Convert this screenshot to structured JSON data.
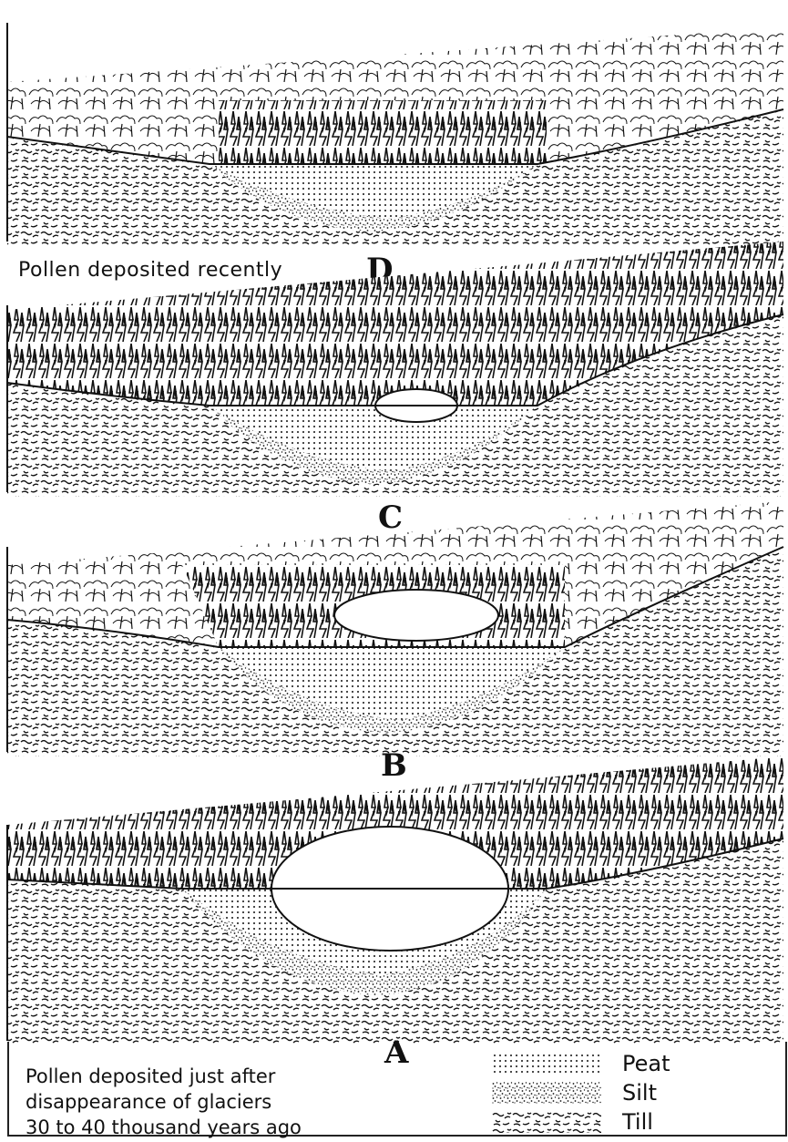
{
  "panels": [
    {
      "id": "D",
      "letter": "D",
      "caption": "Pollen deposited recently",
      "water": false
    },
    {
      "id": "C",
      "letter": "C",
      "caption": "",
      "water": true
    },
    {
      "id": "B",
      "letter": "B",
      "caption": "",
      "water": true
    },
    {
      "id": "A",
      "letter": "A",
      "caption": "",
      "water": true
    }
  ],
  "labels": {
    "D": "D",
    "C": "C",
    "B": "B",
    "A": "A",
    "recent_caption": "Pollen deposited recently"
  },
  "legend": {
    "caption_lines": [
      "Pollen deposited just after",
      "disappearance of glaciers",
      "30 to 40 thousand years ago"
    ],
    "items": [
      {
        "label": "Peat",
        "pattern": "peat"
      },
      {
        "label": "Silt",
        "pattern": "silt"
      },
      {
        "label": "Till",
        "pattern": "till"
      }
    ]
  },
  "colors": {
    "ink": "#111111",
    "paper": "#ffffff"
  }
}
